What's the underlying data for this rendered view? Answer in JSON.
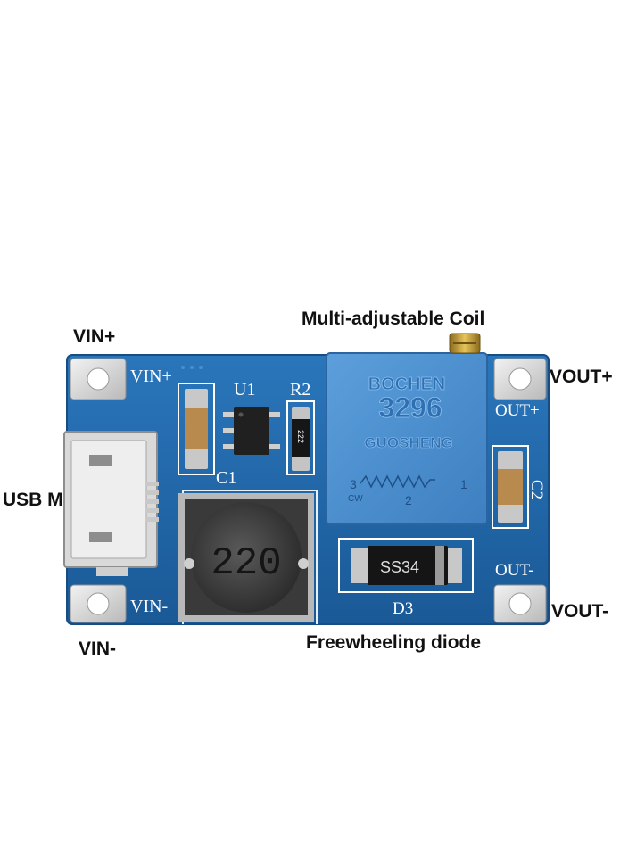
{
  "callouts": {
    "vin_plus": "VIN+",
    "vout_plus": "VOUT+",
    "usb_micro": "USB Micro",
    "vout_minus": "VOUT-",
    "vin_minus": "VIN-",
    "coil": "Multi-adjustable Coil",
    "diode": "Freewheeling diode"
  },
  "silkscreen": {
    "vin_plus": "VIN+",
    "vin_minus": "VIN-",
    "out_plus": "OUT+",
    "out_minus": "OUT-",
    "u1": "U1",
    "r2": "R2",
    "c1": "C1",
    "c2": "C2",
    "d3": "D3"
  },
  "components": {
    "inductor_marking": "220",
    "diode_marking": "SS34",
    "resistor_marking": "222",
    "pot_brand": "BOCHEN",
    "pot_model": "3296",
    "pot_maker": "GUOSHENG",
    "pot_pin3": "3",
    "pot_pin2": "2",
    "pot_pin1": "1",
    "pot_cw": "CW"
  },
  "colors": {
    "pcb": "#1f64a8",
    "pot": "#4a8fd0",
    "pad": "#d8d8d8"
  }
}
